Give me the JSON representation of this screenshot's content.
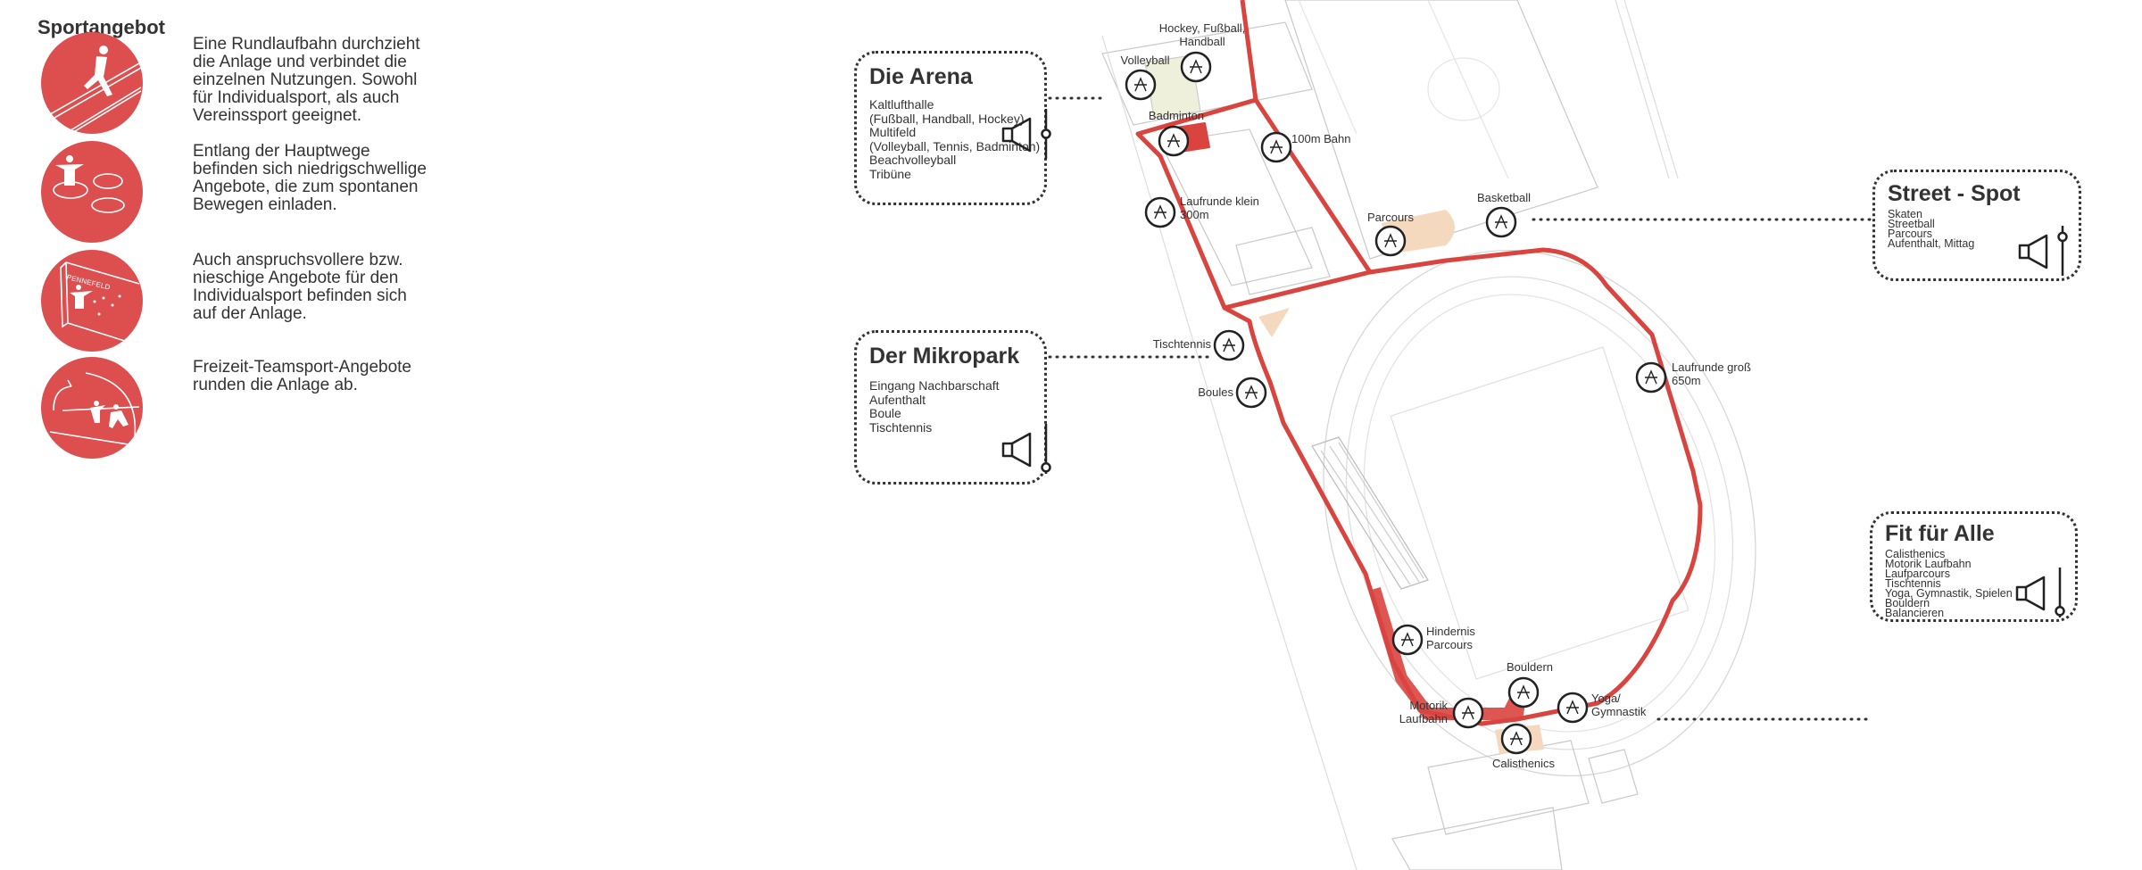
{
  "sportangebot": {
    "title": "Sportangebot",
    "items": [
      {
        "icon": "runner-on-track-icon",
        "text": "Eine Rundlaufbahn durchzieht\ndie Anlage und verbindet die\neinzelnen Nutzungen. Sowohl\nfür Individualsport, als auch\nVereinssport geeignet."
      },
      {
        "icon": "person-on-rings-icon",
        "text": "Entlang der Hauptwege\nbefinden sich niedrigschwellige\nAngebote, die zum spontanen\nBewegen einladen."
      },
      {
        "icon": "climbing-wall-icon",
        "text": "Auch anspruchsvollere bzw.\nnieschige Angebote für den\nIndividualsport befinden sich\nauf der Anlage.",
        "wall_label": "PENNEFELD"
      },
      {
        "icon": "team-sport-icon",
        "text": "Freizeit-Teamsport-Angebote\nrunden die Anlage ab."
      }
    ],
    "accent": "#dd4e4f"
  },
  "zones": [
    {
      "title": "Die Arena",
      "items": [
        "Kaltlufthalle",
        "(Fußball, Handball, Hockey)",
        "Multifeld",
        "(Volleyball, Tennis, Badminton)",
        "Beachvolleyball",
        "Tribüne"
      ],
      "volume_level": 0.5
    },
    {
      "title": "Der Mikropark",
      "items": [
        "Eingang Nachbarschaft",
        "Aufenthalt",
        "Boule",
        "Tischtennis"
      ],
      "volume_level": 0.1
    },
    {
      "title": "Street - Spot",
      "items": [
        "Skaten",
        "Streetball",
        "Parcours",
        "Aufenthalt, Mittag"
      ],
      "volume_level": 0.8
    },
    {
      "title": "Fit für Alle",
      "items": [
        "Calisthenics",
        "Motorik Laufbahn",
        "Laufparcours",
        "Tischtennis",
        "Yoga, Gymnastik, Spielen",
        "Bouldern",
        "Balancieren"
      ],
      "volume_level": 0.1
    }
  ],
  "map": {
    "route_color": "#d9443f",
    "markers": [
      {
        "label": [
          "Volleyball"
        ],
        "icon": "volleyball-icon"
      },
      {
        "label": [
          "Hockey, Fußball,",
          "Handball"
        ],
        "icon": "hockey-sticks-icon"
      },
      {
        "label": [
          "Badminton"
        ],
        "icon": "badminton-racket-icon"
      },
      {
        "label": [
          "100m Bahn"
        ],
        "icon": "runner-icon"
      },
      {
        "label": [
          "Laufrunde klein",
          "300m"
        ],
        "icon": "runner-icon"
      },
      {
        "label": [
          "Tischtennis"
        ],
        "icon": "table-tennis-icon"
      },
      {
        "label": [
          "Boules"
        ],
        "icon": "boules-icon"
      },
      {
        "label": [
          "Parcours"
        ],
        "icon": "parcours-icon"
      },
      {
        "label": [
          "Basketball"
        ],
        "icon": "basketball-icon"
      },
      {
        "label": [
          "Laufrunde groß",
          "650m"
        ],
        "icon": "runner-icon"
      },
      {
        "label": [
          "Hindernis",
          "Parcours"
        ],
        "icon": "hurdle-icon"
      },
      {
        "label": [
          "Bouldern"
        ],
        "icon": "bouldering-icon"
      },
      {
        "label": [
          "Yoga/",
          "Gymnastik"
        ],
        "icon": "yoga-icon"
      },
      {
        "label": [
          "Motorik",
          "Laufbahn"
        ],
        "icon": "wave-track-icon"
      },
      {
        "label": [
          "Calisthenics"
        ],
        "icon": "calisthenics-bars-icon"
      }
    ]
  }
}
